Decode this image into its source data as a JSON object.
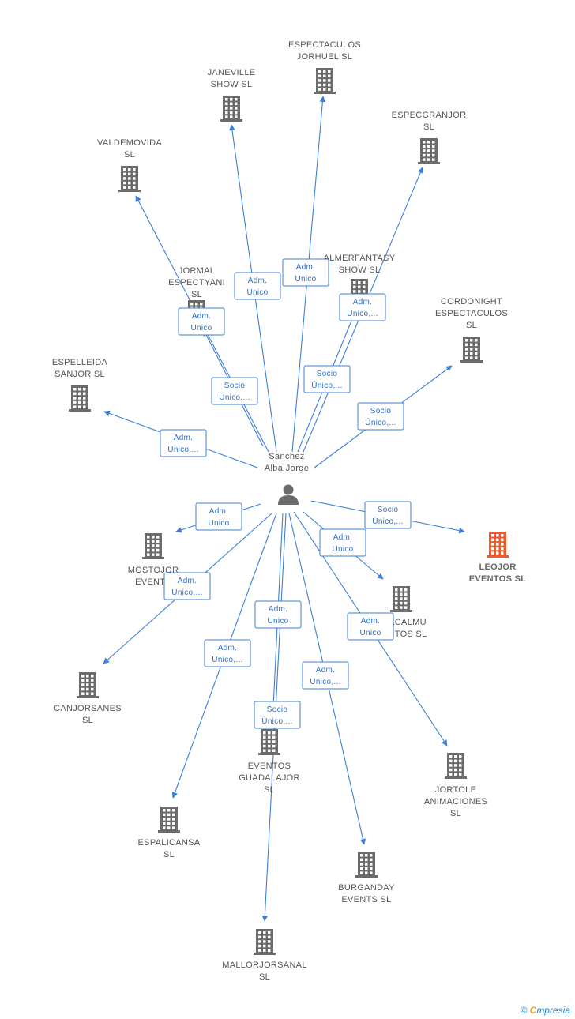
{
  "person": {
    "label": [
      "Sanchez",
      "Alba Jorge"
    ]
  },
  "colors": {
    "edge": "#3d7fd6",
    "company": "#6b6b6b",
    "highlight": "#f05a28"
  },
  "companies": [
    {
      "id": "espectaculos",
      "label": [
        "ESPECTACULOS",
        "JORHUEL  SL"
      ]
    },
    {
      "id": "janeville",
      "label": [
        "JANEVILLE",
        "SHOW  SL"
      ]
    },
    {
      "id": "especgranjor",
      "label": [
        "ESPECGRANJOR",
        "SL"
      ]
    },
    {
      "id": "valdemovida",
      "label": [
        "VALDEMOVIDA",
        "SL"
      ]
    },
    {
      "id": "almerfantasy",
      "label": [
        "ALMERFANTASY",
        "SHOW  SL"
      ]
    },
    {
      "id": "jormal",
      "label": [
        "JORMAL",
        "ESPECTYANI",
        "SL"
      ]
    },
    {
      "id": "cordonight",
      "label": [
        "CORDONIGHT",
        "ESPECTACULOS",
        "SL"
      ]
    },
    {
      "id": "espelleida",
      "label": [
        "ESPELLEIDA",
        "SANJOR  SL"
      ]
    },
    {
      "id": "leojor",
      "label": [
        "LEOJOR",
        "EVENTOS  SL"
      ],
      "highlight": true
    },
    {
      "id": "mostojor",
      "label": [
        "MOSTOJOR",
        "EVENTS"
      ]
    },
    {
      "id": "acalmu",
      "label": [
        "ACALMU",
        "NTOS  SL"
      ]
    },
    {
      "id": "canjorsanes",
      "label": [
        "CANJORSANES",
        "SL"
      ]
    },
    {
      "id": "eventosg",
      "label": [
        "EVENTOS",
        "GUADALAJOR",
        "SL"
      ]
    },
    {
      "id": "jortole",
      "label": [
        "JORTOLE",
        "ANIMACIONES",
        "SL"
      ]
    },
    {
      "id": "espalicansa",
      "label": [
        "ESPALICANSA",
        "SL"
      ]
    },
    {
      "id": "burganday",
      "label": [
        "BURGANDAY",
        "EVENTS  SL"
      ]
    },
    {
      "id": "mallorjorsanal",
      "label": [
        "MALLORJORSANAL",
        "SL"
      ]
    }
  ],
  "edges": [
    {
      "to": "espectaculos",
      "label": [
        "Adm.",
        "Unico"
      ]
    },
    {
      "to": "janeville",
      "label": [
        "Adm.",
        "Unico"
      ]
    },
    {
      "to": "especgranjor",
      "label": [
        "Adm.",
        "Unico,..."
      ]
    },
    {
      "to": "valdemovida",
      "label": [
        "Adm.",
        "Unico"
      ]
    },
    {
      "to": "almerfantasy",
      "label": [
        "Socio",
        "Único,..."
      ]
    },
    {
      "to": "jormal",
      "label": [
        "Socio",
        "Único,..."
      ]
    },
    {
      "to": "cordonight",
      "label": [
        "Socio",
        "Único,..."
      ]
    },
    {
      "to": "espelleida",
      "label": [
        "Adm.",
        "Unico,..."
      ]
    },
    {
      "to": "leojor",
      "label": [
        "Socio",
        "Único,..."
      ]
    },
    {
      "to": "mostojor",
      "label": [
        "Adm.",
        "Unico"
      ]
    },
    {
      "to": "acalmu",
      "label": [
        "Adm.",
        "Unico"
      ]
    },
    {
      "to": "canjorsanes",
      "label": [
        "Adm.",
        "Unico,..."
      ]
    },
    {
      "to": "eventosg",
      "label": [
        "Socio",
        "Único,..."
      ]
    },
    {
      "to": "jortole",
      "label": [
        "Adm.",
        "Unico"
      ]
    },
    {
      "to": "espalicansa",
      "label": [
        "Adm.",
        "Unico,..."
      ]
    },
    {
      "to": "burganday",
      "label": [
        "Adm.",
        "Unico,..."
      ]
    },
    {
      "to": "mallorjorsanal",
      "label": [
        "Adm.",
        "Unico"
      ]
    }
  ],
  "brand": {
    "copyright": "©",
    "initial": "C",
    "name": "mpresia"
  }
}
